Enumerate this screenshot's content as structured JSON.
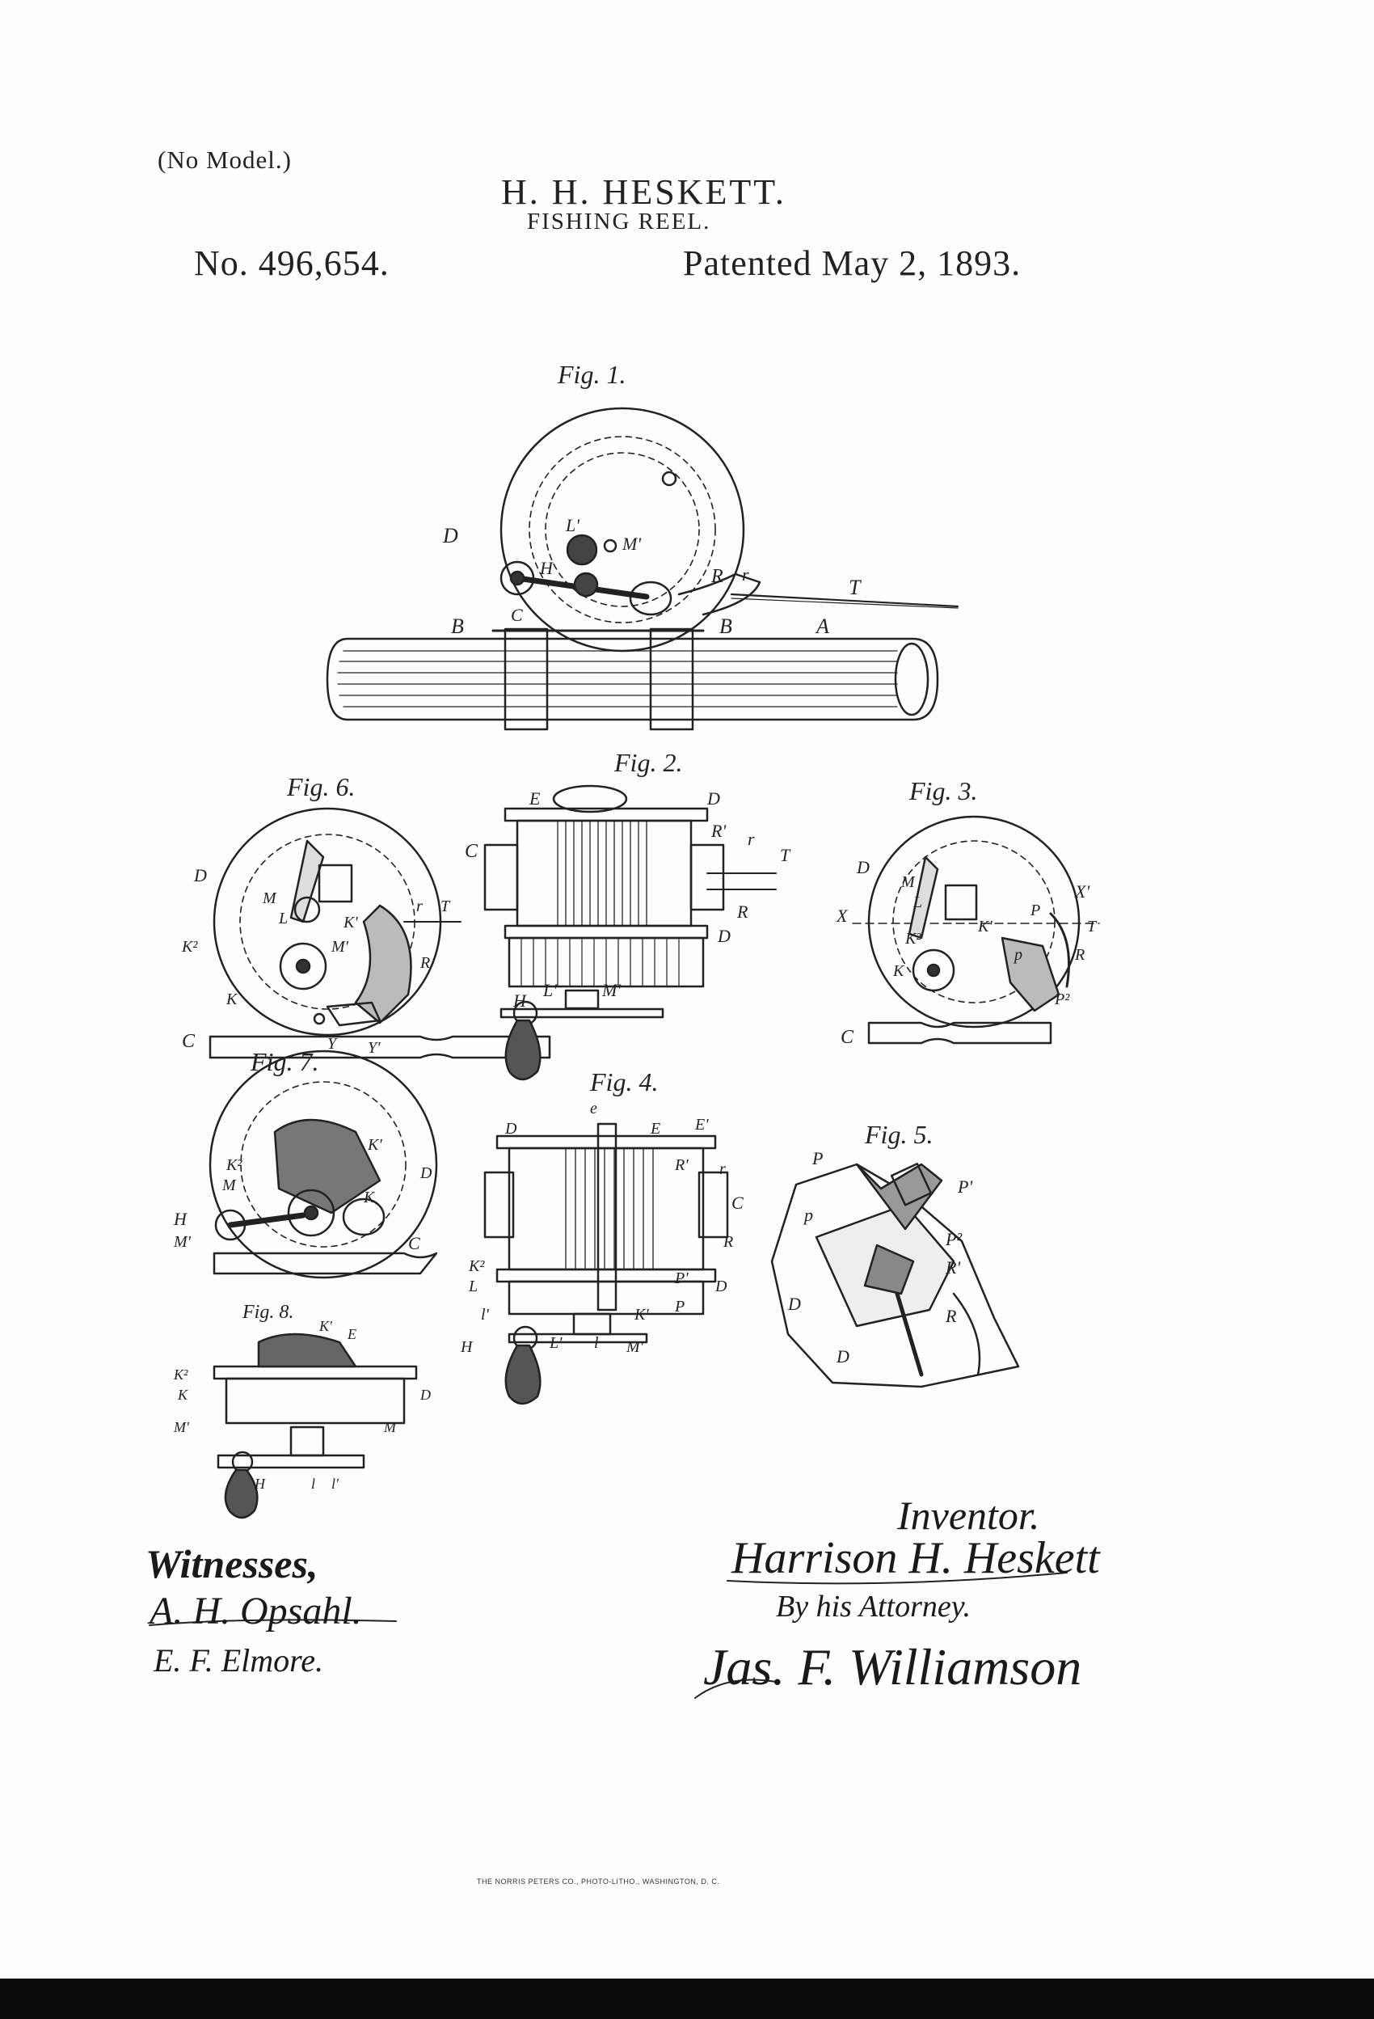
{
  "header": {
    "no_model": "(No Model.)",
    "inventor_name": "H. H. HESKETT.",
    "title": "FISHING REEL.",
    "patent_number": "No. 496,654.",
    "patent_date": "Patented May 2, 1893."
  },
  "figures": {
    "fig1": "Fig. 1.",
    "fig2": "Fig. 2.",
    "fig3": "Fig. 3.",
    "fig4": "Fig. 4.",
    "fig5": "Fig. 5.",
    "fig6": "Fig. 6.",
    "fig7": "Fig. 7.",
    "fig8": "Fig. 8."
  },
  "labels": {
    "fig1": [
      "D",
      "L'",
      "M'",
      "H",
      "R",
      "r",
      "T",
      "B",
      "C",
      "B",
      "A"
    ],
    "fig2": [
      "E",
      "D",
      "R'",
      "r",
      "C",
      "T",
      "R",
      "D",
      "H",
      "L'",
      "M'"
    ],
    "fig3": [
      "D",
      "M",
      "L",
      "X",
      "X'",
      "K²",
      "K'",
      "P",
      "T",
      "R",
      "K",
      "p",
      "P²",
      "C"
    ],
    "fig4": [
      "D",
      "e",
      "E",
      "E'",
      "R'",
      "r",
      "C",
      "R",
      "K²",
      "L",
      "P'",
      "D",
      "l'",
      "K'",
      "P",
      "H",
      "L'",
      "l",
      "M'"
    ],
    "fig5": [
      "P",
      "p",
      "P'",
      "P²",
      "R'",
      "R",
      "D",
      "D"
    ],
    "fig6": [
      "D",
      "M",
      "L",
      "K'",
      "r",
      "T",
      "K²",
      "M'",
      "R",
      "K",
      "C",
      "Y",
      "Y'"
    ],
    "fig7": [
      "K'",
      "K²",
      "M",
      "K",
      "D",
      "H",
      "M'",
      "C"
    ],
    "fig8": [
      "K'",
      "E",
      "K²",
      "K",
      "D",
      "M'",
      "M",
      "H",
      "l",
      "l'"
    ]
  },
  "signatures": {
    "witnesses_label": "Witnesses,",
    "witness_1": "A. H. Opsahl.",
    "witness_2": "E. F. Elmore.",
    "inventor_label": "Inventor.",
    "inventor_signature": "Harrison H. Heskett",
    "by_attorney": "By his Attorney.",
    "attorney_signature": "Jas. F. Williamson"
  },
  "imprint": "THE NORRIS PETERS CO., PHOTO-LITHO., WASHINGTON, D. C."
}
